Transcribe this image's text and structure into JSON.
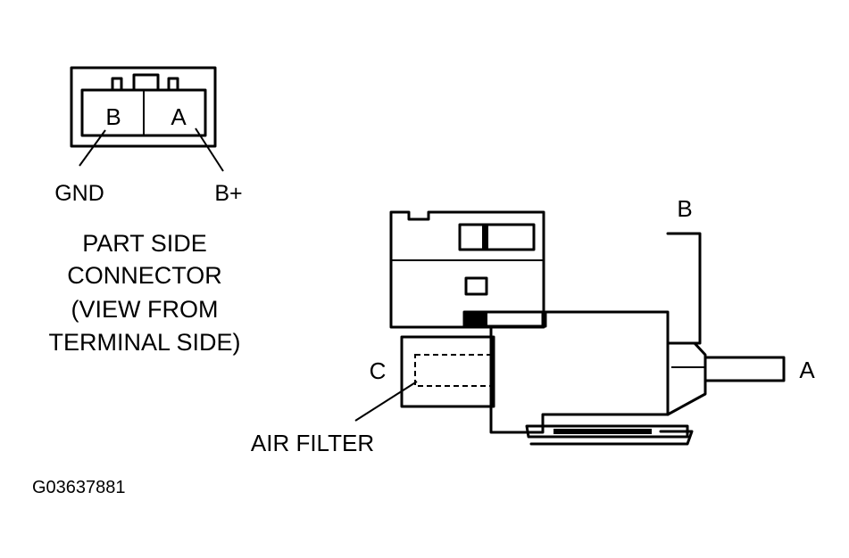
{
  "connector": {
    "terminal_b": "B",
    "terminal_a": "A",
    "gnd_label": "GND",
    "bplus_label": "B+",
    "caption_line1": "PART SIDE",
    "caption_line2": "CONNECTOR",
    "caption_line3": "(VIEW FROM",
    "caption_line4": "TERMINAL SIDE)"
  },
  "solenoid": {
    "port_b": "B",
    "port_a": "A",
    "port_c": "C",
    "air_filter_label": "AIR FILTER"
  },
  "figure_id": "G03637881",
  "colors": {
    "ink": "#000000",
    "paper": "#ffffff"
  }
}
